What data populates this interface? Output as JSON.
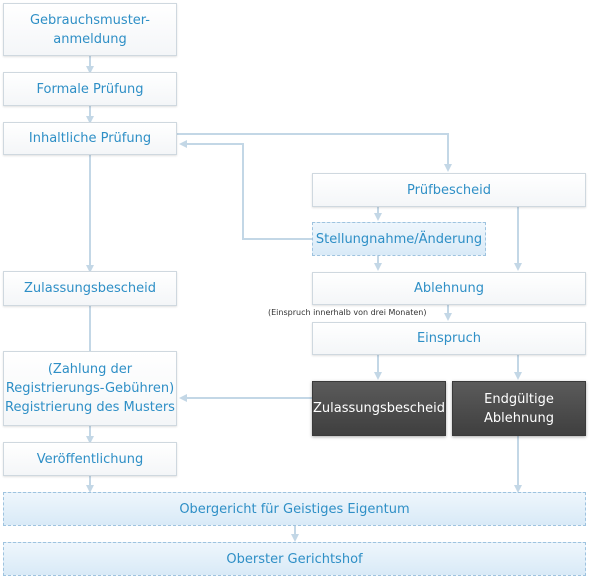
{
  "nodes": {
    "anmeldung": "Gebrauchsmuster-\nanmeldung",
    "formale_pruefung": "Formale Prüfung",
    "inhaltliche_pruefung": "Inhaltliche Prüfung",
    "pruefbescheid": "Prüfbescheid",
    "stellungnahme": "Stellungnahme/Änderung",
    "zulassungsbescheid_left": "Zulassungsbescheid",
    "ablehnung": "Ablehnung",
    "einspruch": "Einspruch",
    "zahlung_registrierung": "(Zahlung der\nRegistrierungs-Gebühren)\nRegistrierung des Musters",
    "zulassungsbescheid_dark": "Zulassungsbescheid",
    "endgueltige_ablehnung": "Endgültige\nAblehnung",
    "veroeffentlichung": "Veröffentlichung",
    "obergericht": "Obergericht für Geistiges Eigentum",
    "oberster_gerichtshof": "Oberster Gerichtshof"
  },
  "notes": {
    "einspruch_frist": "(Einspruch innerhalb von drei Monaten)"
  },
  "colors": {
    "connector": "#c3d7e6",
    "text_blue": "#2e8fc6",
    "dark_box": "#4a4a4a"
  }
}
